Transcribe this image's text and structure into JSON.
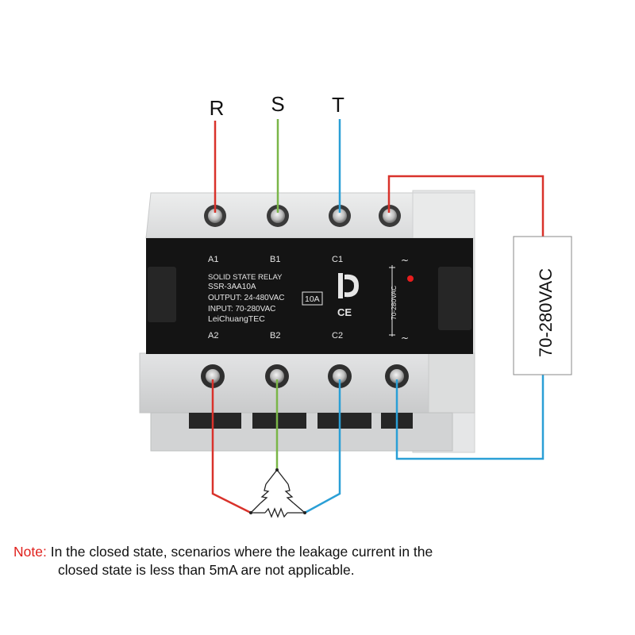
{
  "phases": {
    "r": "R",
    "s": "S",
    "t": "T"
  },
  "terminals": {
    "a1": "A1",
    "b1": "B1",
    "c1": "C1",
    "a2": "A2",
    "b2": "B2",
    "c2": "C2"
  },
  "label_lines": [
    "SOLID STATE RELAY",
    "SSR-3AA10A",
    "OUTPUT: 24-480VAC",
    "INPUT: 70-280VAC",
    "LeiChuangTEC"
  ],
  "current_badge": "10A",
  "ce_mark": "CE",
  "input_side_text": "70-280VAC",
  "tilde": "~",
  "supply_box": "70-280VAC",
  "note": {
    "label": "Note:",
    "line1": "In the closed state, scenarios where the leakage current in the",
    "line2": "closed state is less than 5mA are not applicable."
  },
  "colors": {
    "red": "#d9322b",
    "green": "#7ab648",
    "blue": "#2a9fd6",
    "note_label": "#e0201c"
  }
}
